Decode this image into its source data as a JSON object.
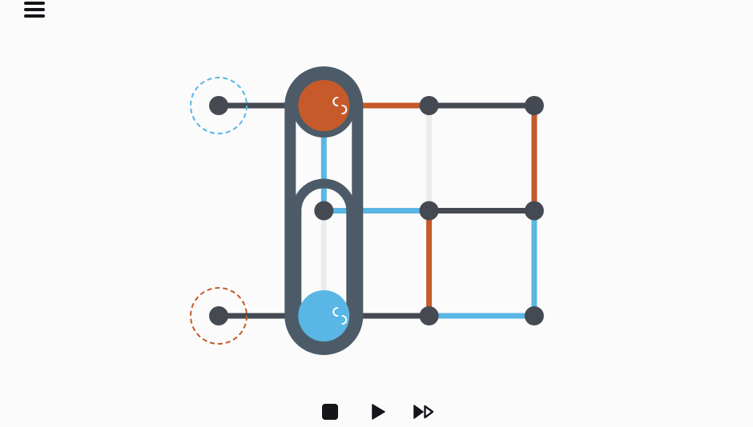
{
  "colors": {
    "background": "#fbfbfb",
    "node": "#454a52",
    "track_dark": "#454a52",
    "track_light": "#ececed",
    "orange": "#c65a2a",
    "blue": "#5ab6e4",
    "frame": "#4c5b67",
    "menu": "#15161a"
  },
  "icons": {
    "menu": "hamburger-menu-icon",
    "stop": "stop-icon",
    "play": "play-icon",
    "fast_forward": "fast-forward-icon",
    "token": "swirl-icon"
  },
  "puzzle": {
    "nodes": [
      {
        "id": "a",
        "col": 0,
        "row": 0
      },
      {
        "id": "b",
        "col": 2,
        "row": 0
      },
      {
        "id": "c",
        "col": 3,
        "row": 0
      },
      {
        "id": "d",
        "col": 1,
        "row": 1
      },
      {
        "id": "e",
        "col": 2,
        "row": 1
      },
      {
        "id": "f",
        "col": 3,
        "row": 1
      },
      {
        "id": "g",
        "col": 0,
        "row": 2
      },
      {
        "id": "h",
        "col": 2,
        "row": 2
      },
      {
        "id": "i",
        "col": 3,
        "row": 2
      }
    ],
    "tracks": [
      {
        "from": [
          0,
          0
        ],
        "to": [
          1,
          0
        ],
        "color": "dark"
      },
      {
        "from": [
          1,
          0
        ],
        "to": [
          2,
          0
        ],
        "color": "orange"
      },
      {
        "from": [
          2,
          0
        ],
        "to": [
          3,
          0
        ],
        "color": "dark"
      },
      {
        "from": [
          2,
          0
        ],
        "to": [
          2,
          1
        ],
        "color": "light"
      },
      {
        "from": [
          3,
          0
        ],
        "to": [
          3,
          1
        ],
        "color": "orange"
      },
      {
        "from": [
          1,
          0
        ],
        "to": [
          1,
          1
        ],
        "color": "blue"
      },
      {
        "from": [
          1,
          1
        ],
        "to": [
          2,
          1
        ],
        "color": "blue"
      },
      {
        "from": [
          2,
          1
        ],
        "to": [
          3,
          1
        ],
        "color": "dark"
      },
      {
        "from": [
          1,
          1
        ],
        "to": [
          1,
          2
        ],
        "color": "light"
      },
      {
        "from": [
          2,
          1
        ],
        "to": [
          2,
          2
        ],
        "color": "orange"
      },
      {
        "from": [
          3,
          1
        ],
        "to": [
          3,
          2
        ],
        "color": "blue"
      },
      {
        "from": [
          0,
          2
        ],
        "to": [
          1,
          2
        ],
        "color": "dark"
      },
      {
        "from": [
          1,
          2
        ],
        "to": [
          2,
          2
        ],
        "color": "dark"
      },
      {
        "from": [
          2,
          2
        ],
        "to": [
          3,
          2
        ],
        "color": "blue"
      }
    ],
    "tokens": [
      {
        "name": "orange",
        "col": 1,
        "row": 0,
        "color": "orange"
      },
      {
        "name": "blue",
        "col": 1,
        "row": 2,
        "color": "blue"
      }
    ],
    "goals": [
      {
        "name": "blue",
        "col": 0,
        "row": 0,
        "color": "blue"
      },
      {
        "name": "orange",
        "col": 0,
        "row": 2,
        "color": "orange"
      }
    ],
    "frame_column": 1,
    "inner_frame_rows": [
      1,
      2
    ]
  }
}
